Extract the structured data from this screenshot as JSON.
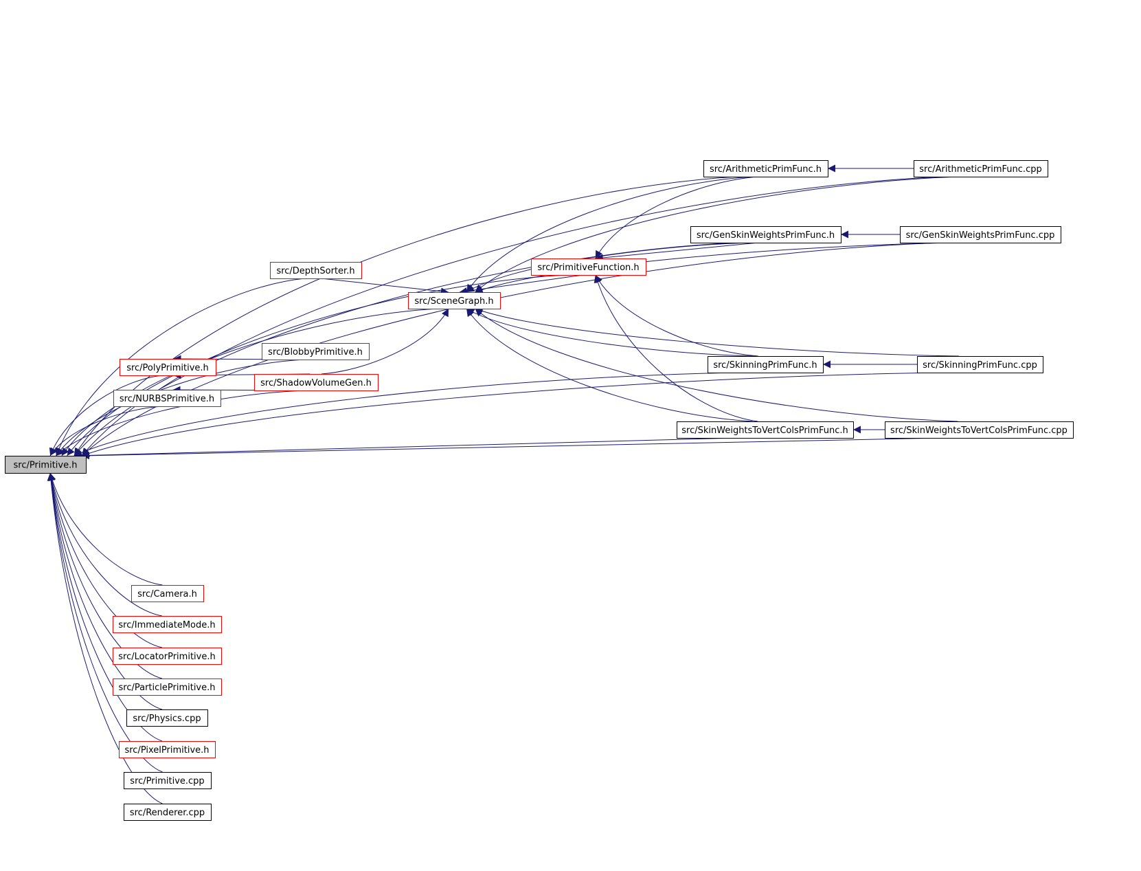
{
  "colors": {
    "edge": "#191970",
    "border_default": "#000000",
    "border_red": "#ff0000",
    "fill_default": "#ffffff",
    "fill_focus": "#bfbfbf"
  },
  "nodes": [
    {
      "id": "primitive_h",
      "label": "src/Primitive.h",
      "style": "focus"
    },
    {
      "id": "depthsorter_h",
      "label": "src/DepthSorter.h",
      "style": "red"
    },
    {
      "id": "scenegraph_h",
      "label": "src/SceneGraph.h",
      "style": "red"
    },
    {
      "id": "blobby_h",
      "label": "src/BlobbyPrimitive.h",
      "style": "red"
    },
    {
      "id": "poly_h",
      "label": "src/PolyPrimitive.h",
      "style": "red"
    },
    {
      "id": "shadow_h",
      "label": "src/ShadowVolumeGen.h",
      "style": "red"
    },
    {
      "id": "nurbs_h",
      "label": "src/NURBSPrimitive.h",
      "style": "red"
    },
    {
      "id": "primfunc_h",
      "label": "src/PrimitiveFunction.h",
      "style": "red"
    },
    {
      "id": "arith_h",
      "label": "src/ArithmeticPrimFunc.h",
      "style": "default"
    },
    {
      "id": "arith_cpp",
      "label": "src/ArithmeticPrimFunc.cpp",
      "style": "default"
    },
    {
      "id": "genskin_h",
      "label": "src/GenSkinWeightsPrimFunc.h",
      "style": "default"
    },
    {
      "id": "genskin_cpp",
      "label": "src/GenSkinWeightsPrimFunc.cpp",
      "style": "default"
    },
    {
      "id": "skinning_h",
      "label": "src/SkinningPrimFunc.h",
      "style": "default"
    },
    {
      "id": "skinning_cpp",
      "label": "src/SkinningPrimFunc.cpp",
      "style": "default"
    },
    {
      "id": "skinvert_h",
      "label": "src/SkinWeightsToVertColsPrimFunc.h",
      "style": "default"
    },
    {
      "id": "skinvert_cpp",
      "label": "src/SkinWeightsToVertColsPrimFunc.cpp",
      "style": "default"
    },
    {
      "id": "camera_h",
      "label": "src/Camera.h",
      "style": "red"
    },
    {
      "id": "immediate_h",
      "label": "src/ImmediateMode.h",
      "style": "red"
    },
    {
      "id": "locator_h",
      "label": "src/LocatorPrimitive.h",
      "style": "red"
    },
    {
      "id": "particle_h",
      "label": "src/ParticlePrimitive.h",
      "style": "red"
    },
    {
      "id": "physics_cpp",
      "label": "src/Physics.cpp",
      "style": "default"
    },
    {
      "id": "pixel_h",
      "label": "src/PixelPrimitive.h",
      "style": "red"
    },
    {
      "id": "primitive_cpp",
      "label": "src/Primitive.cpp",
      "style": "default"
    },
    {
      "id": "renderer_cpp",
      "label": "src/Renderer.cpp",
      "style": "default"
    }
  ],
  "edges": [
    {
      "from": "arith_cpp",
      "to": "primitive_h"
    },
    {
      "from": "genskin_cpp",
      "to": "primitive_h"
    },
    {
      "from": "arith_h",
      "to": "primitive_h"
    },
    {
      "from": "genskin_h",
      "to": "primitive_h"
    },
    {
      "from": "primfunc_h",
      "to": "primitive_h"
    },
    {
      "from": "depthsorter_h",
      "to": "primitive_h"
    },
    {
      "from": "scenegraph_h",
      "to": "primitive_h"
    },
    {
      "from": "blobby_h",
      "to": "primitive_h"
    },
    {
      "from": "poly_h",
      "to": "primitive_h"
    },
    {
      "from": "nurbs_h",
      "to": "primitive_h"
    },
    {
      "from": "shadow_h",
      "to": "primitive_h"
    },
    {
      "from": "skinning_h",
      "to": "primitive_h"
    },
    {
      "from": "skinning_cpp",
      "to": "primitive_h"
    },
    {
      "from": "skinvert_h",
      "to": "primitive_h"
    },
    {
      "from": "skinvert_cpp",
      "to": "primitive_h"
    },
    {
      "from": "camera_h",
      "to": "primitive_h"
    },
    {
      "from": "immediate_h",
      "to": "primitive_h"
    },
    {
      "from": "locator_h",
      "to": "primitive_h"
    },
    {
      "from": "particle_h",
      "to": "primitive_h"
    },
    {
      "from": "physics_cpp",
      "to": "primitive_h"
    },
    {
      "from": "pixel_h",
      "to": "primitive_h"
    },
    {
      "from": "primitive_cpp",
      "to": "primitive_h"
    },
    {
      "from": "renderer_cpp",
      "to": "primitive_h"
    },
    {
      "from": "blobby_h",
      "to": "poly_h"
    },
    {
      "from": "shadow_h",
      "to": "poly_h"
    },
    {
      "from": "shadow_h",
      "to": "nurbs_h"
    },
    {
      "from": "depthsorter_h",
      "to": "scenegraph_h"
    },
    {
      "from": "shadow_h",
      "to": "scenegraph_h"
    },
    {
      "from": "primfunc_h",
      "to": "scenegraph_h"
    },
    {
      "from": "arith_h",
      "to": "scenegraph_h"
    },
    {
      "from": "arith_cpp",
      "to": "scenegraph_h"
    },
    {
      "from": "genskin_h",
      "to": "scenegraph_h"
    },
    {
      "from": "genskin_cpp",
      "to": "scenegraph_h"
    },
    {
      "from": "skinning_h",
      "to": "scenegraph_h"
    },
    {
      "from": "skinning_cpp",
      "to": "scenegraph_h"
    },
    {
      "from": "skinvert_h",
      "to": "scenegraph_h"
    },
    {
      "from": "skinvert_cpp",
      "to": "scenegraph_h"
    },
    {
      "from": "arith_h",
      "to": "primfunc_h"
    },
    {
      "from": "genskin_h",
      "to": "primfunc_h"
    },
    {
      "from": "skinning_h",
      "to": "primfunc_h"
    },
    {
      "from": "skinvert_h",
      "to": "primfunc_h"
    },
    {
      "from": "arith_cpp",
      "to": "arith_h"
    },
    {
      "from": "genskin_cpp",
      "to": "genskin_h"
    },
    {
      "from": "skinning_cpp",
      "to": "skinning_h"
    },
    {
      "from": "skinvert_cpp",
      "to": "skinvert_h"
    }
  ]
}
